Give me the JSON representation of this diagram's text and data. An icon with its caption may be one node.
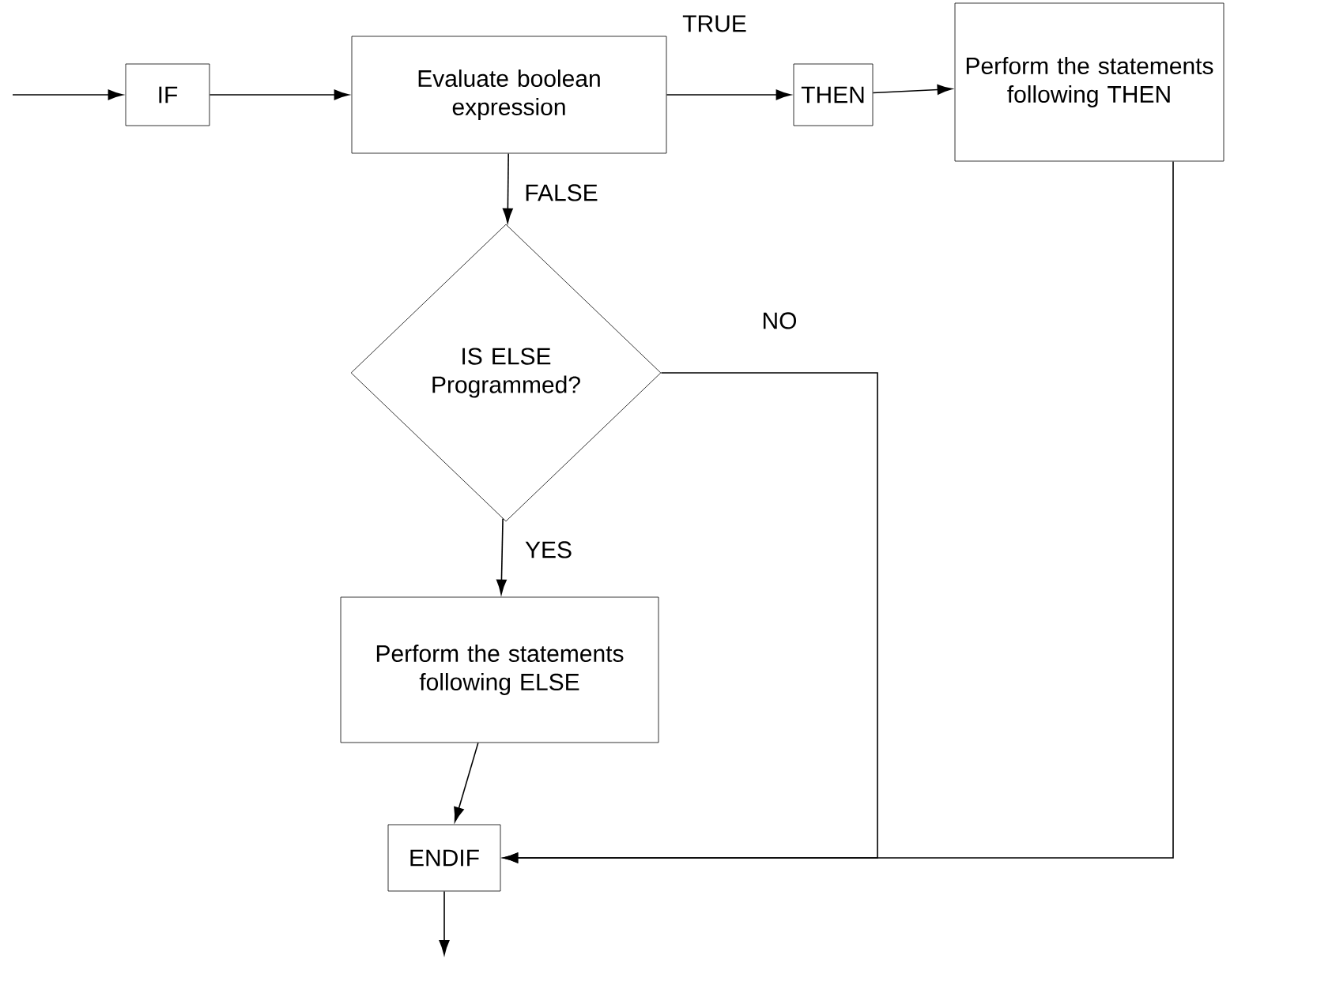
{
  "diagram": {
    "nodes": [
      {
        "text": [
          "IF"
        ]
      },
      {
        "text": [
          "Evaluate boolean expression"
        ]
      },
      {
        "text": [
          "THEN"
        ]
      },
      {
        "text": [
          "Perform the statements following THEN"
        ]
      },
      {
        "text": [
          "IS ELSE Programmed?"
        ]
      },
      {
        "text": [
          "Perform the statements following ELSE"
        ]
      },
      {
        "text": [
          "ENDIF"
        ]
      }
    ],
    "edges": [
      {
        "from": null,
        "to": 0,
        "arrow": "to"
      },
      {
        "from": 0,
        "to": 1,
        "arrow": "to"
      },
      {
        "from": 1,
        "to": 2,
        "arrow": "to",
        "label": "TRUE"
      },
      {
        "from": 2,
        "to": 3,
        "arrow": "to"
      },
      {
        "from": 1,
        "to": 4,
        "arrow": "to",
        "label": "FALSE"
      },
      {
        "from": 4,
        "to": 6,
        "arrow": "to",
        "label": "NO"
      },
      {
        "from": 4,
        "to": 5,
        "arrow": "to",
        "label": "YES"
      },
      {
        "from": 5,
        "to": 6,
        "arrow": "to"
      },
      {
        "from": 3,
        "to": 6,
        "arrow": "to"
      },
      {
        "from": 6,
        "to": null,
        "arrow": "to"
      }
    ]
  }
}
